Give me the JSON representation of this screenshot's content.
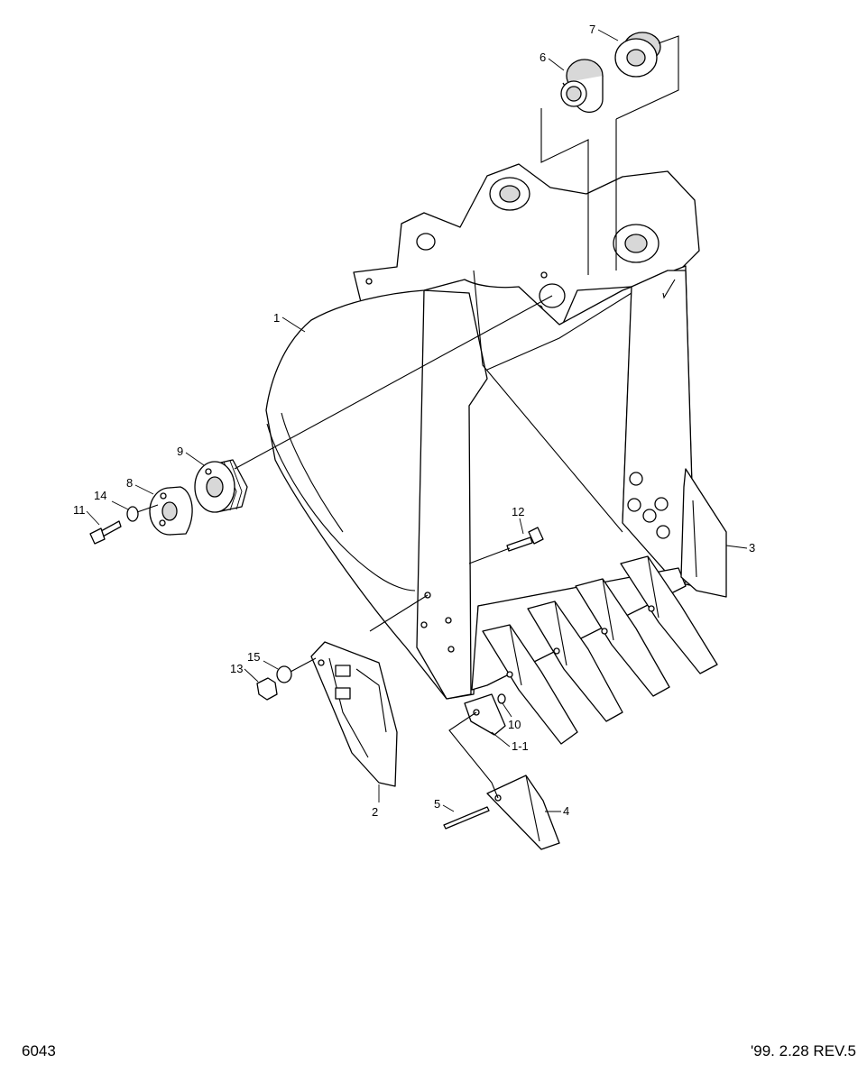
{
  "footer": {
    "drawing_number": "6043",
    "revision": "'99. 2.28 REV.5"
  },
  "callouts": [
    {
      "id": "bucket",
      "label": "1"
    },
    {
      "id": "side-cutter-left",
      "label": "2"
    },
    {
      "id": "side-cutter-right",
      "label": "3"
    },
    {
      "id": "tooth",
      "label": "4"
    },
    {
      "id": "pin",
      "label": "5"
    },
    {
      "id": "bushing-small",
      "label": "6"
    },
    {
      "id": "bushing-large",
      "label": "7"
    },
    {
      "id": "shim-plate",
      "label": "8"
    },
    {
      "id": "boss",
      "label": "9"
    },
    {
      "id": "lock-washer-tooth",
      "label": "10"
    },
    {
      "id": "bolt-shim",
      "label": "11"
    },
    {
      "id": "bolt-side-cutter",
      "label": "12"
    },
    {
      "id": "nut",
      "label": "13"
    },
    {
      "id": "washer-bolt",
      "label": "14"
    },
    {
      "id": "washer-nut",
      "label": "15"
    },
    {
      "id": "adapter",
      "label": "1-1"
    }
  ]
}
